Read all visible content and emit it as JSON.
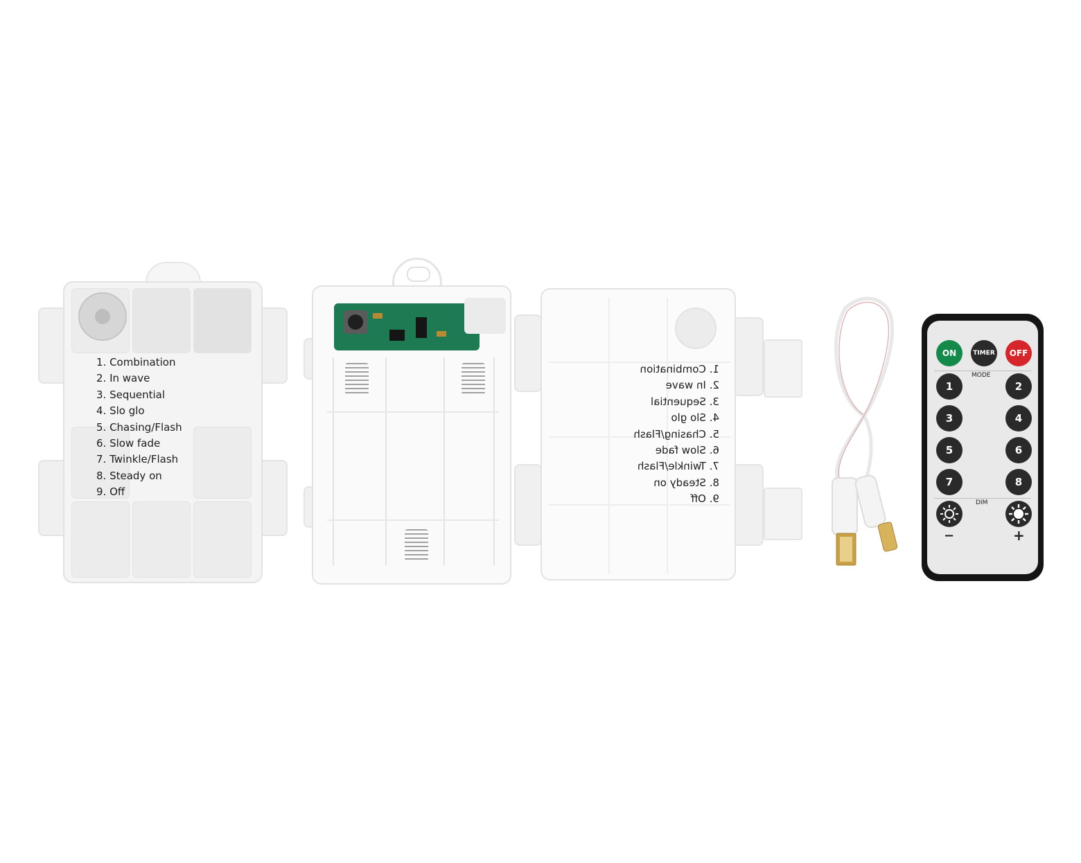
{
  "modes": [
    "1. Combination",
    "2. In wave",
    "3. Sequential",
    "4. Slo glo",
    "5. Chasing/Flash",
    "6. Slow fade",
    "7. Twinkle/Flash",
    "8. Steady on",
    "9. Off"
  ],
  "remote": {
    "on": "ON",
    "timer": "TIMER",
    "off": "OFF",
    "mode_label": "MODE",
    "dim_label": "DIM",
    "minus": "−",
    "plus": "+",
    "numbers": [
      "1",
      "2",
      "3",
      "4",
      "5",
      "6",
      "7",
      "8"
    ]
  },
  "colors": {
    "on_button": "#138a4a",
    "off_button": "#d6262c",
    "timer_button": "#2a2a2a",
    "pcb": "#1d7a52",
    "remote_body": "#151515"
  }
}
